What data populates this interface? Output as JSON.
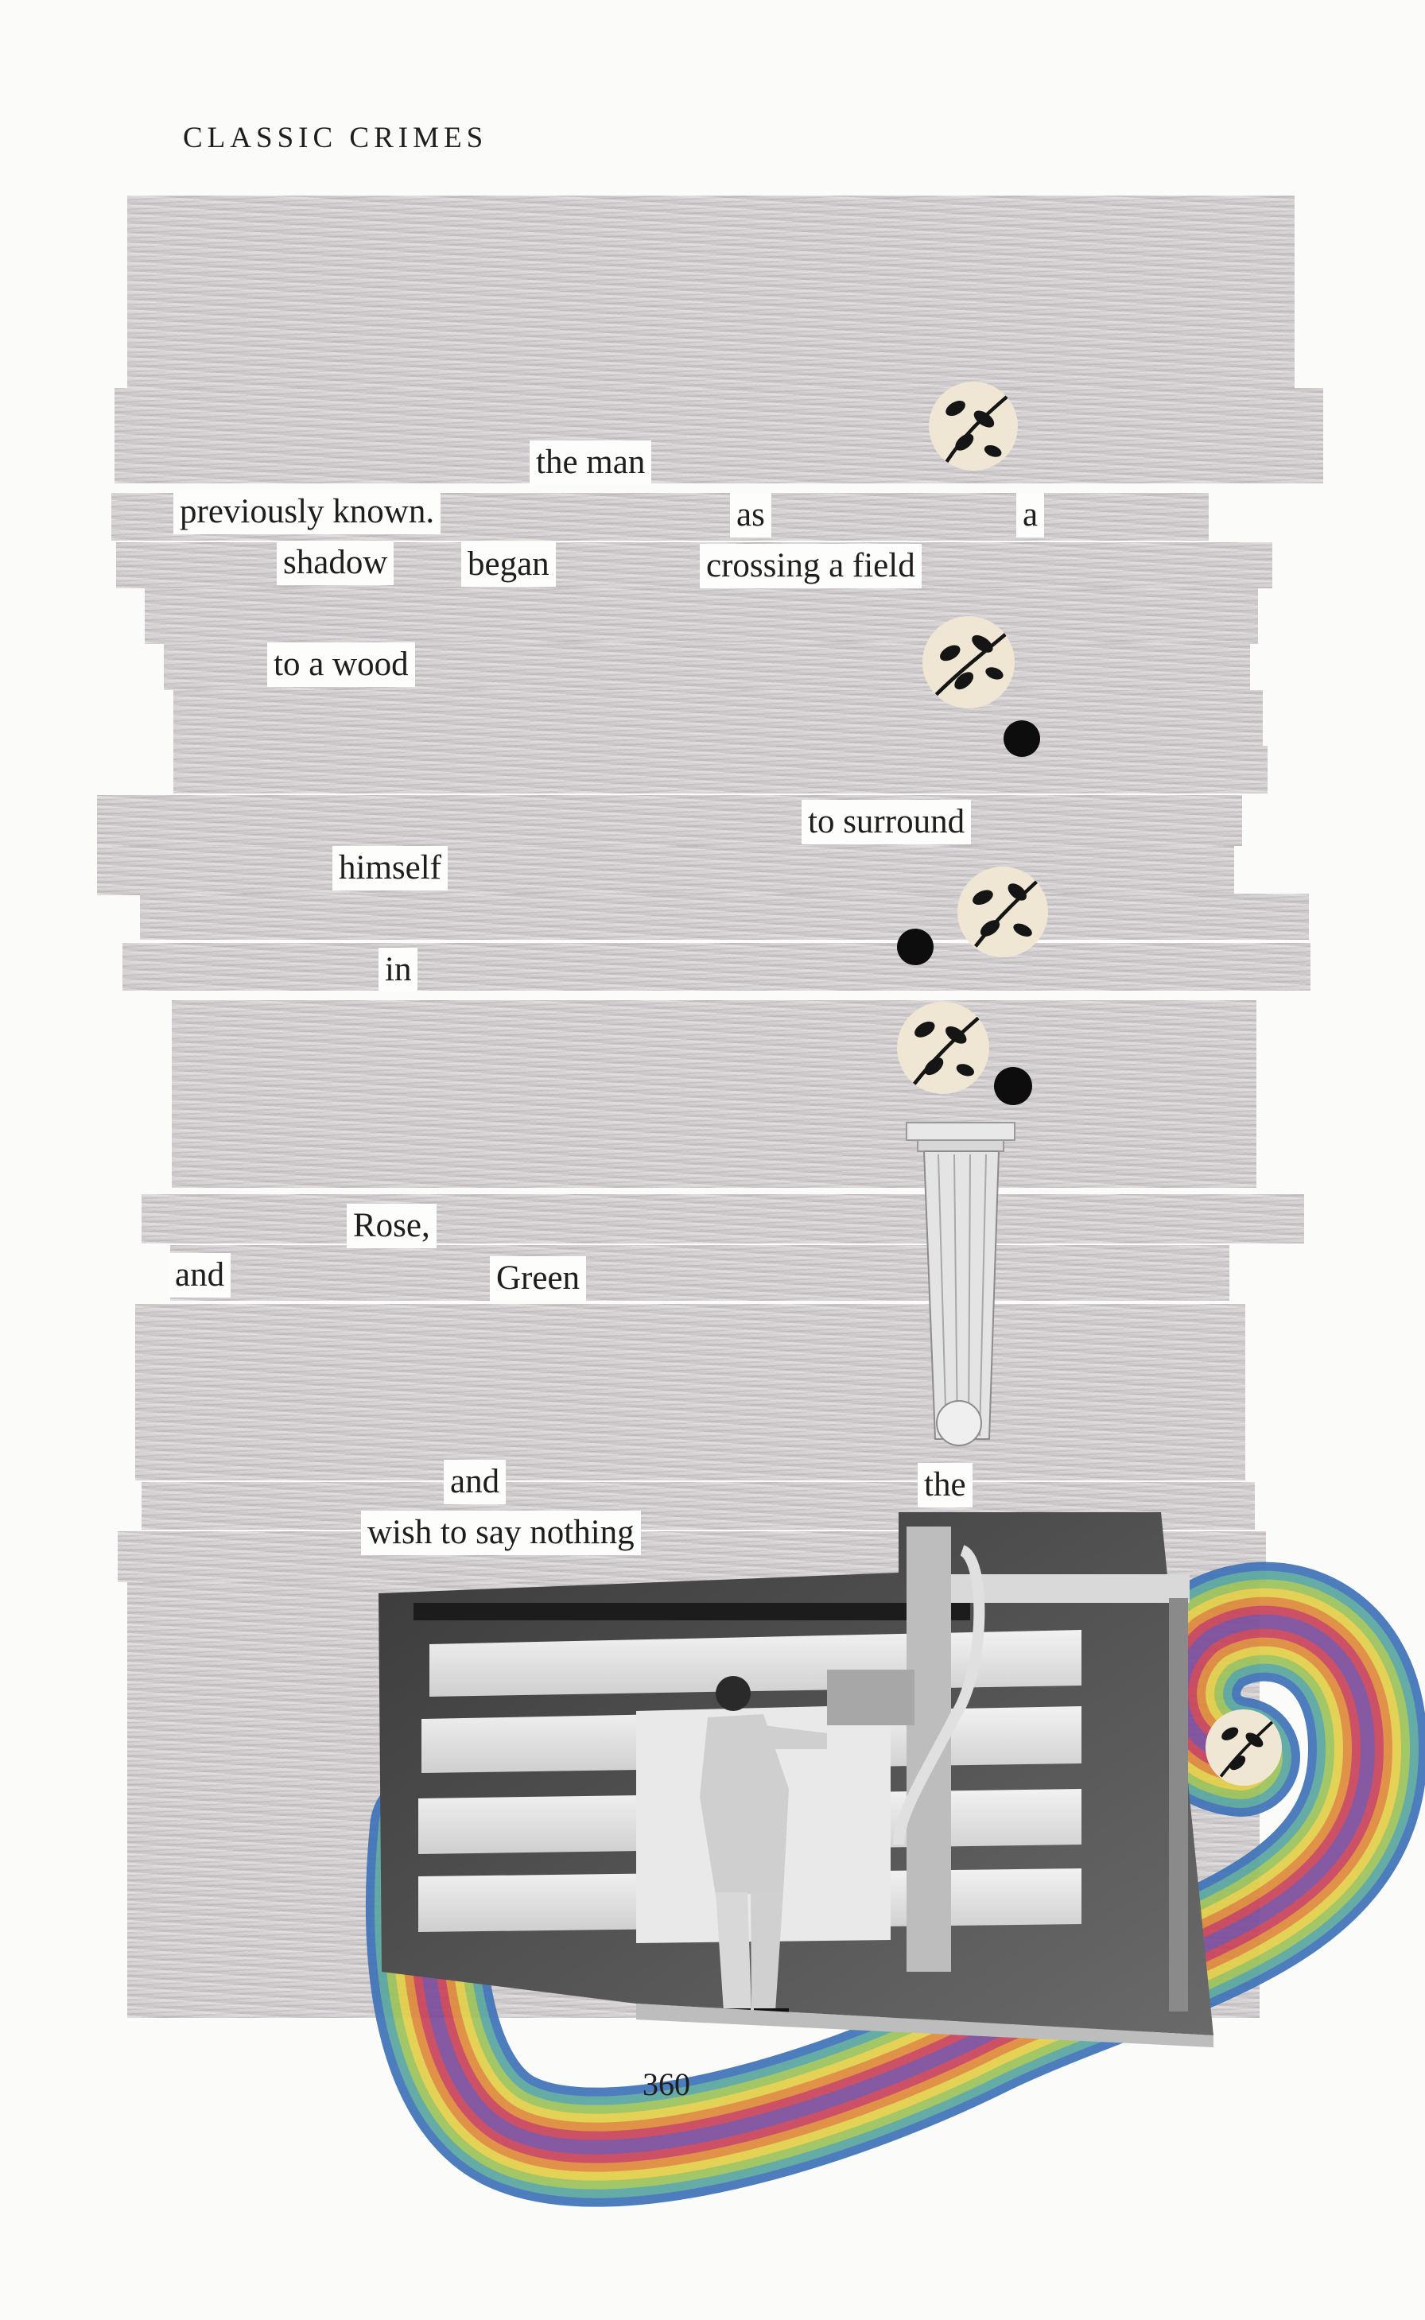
{
  "header": {
    "title": "CLASSIC CRIMES"
  },
  "poem": {
    "w1": "the man",
    "w2": "previously known.",
    "w3": "as",
    "w4": "a",
    "w5": "shadow",
    "w6": "began",
    "w7": "crossing a field",
    "w8": "to a wood",
    "w9": "to surround",
    "w10": "himself",
    "w11": "in",
    "w12": "Rose,",
    "w13": "and",
    "w14": "Green",
    "w15": "and",
    "w16": "the",
    "w17": "wish to say nothing"
  },
  "footer": {
    "page_number": "360"
  },
  "colors": {
    "paper": "#fbfbf9",
    "redaction": "#d1cdcf",
    "ink": "#1e1e1e",
    "rainbow": [
      "#3f73b8",
      "#5aa6a0",
      "#9cc25a",
      "#e3cf4a",
      "#df8a3b",
      "#c9435a",
      "#7b4d9c"
    ]
  }
}
